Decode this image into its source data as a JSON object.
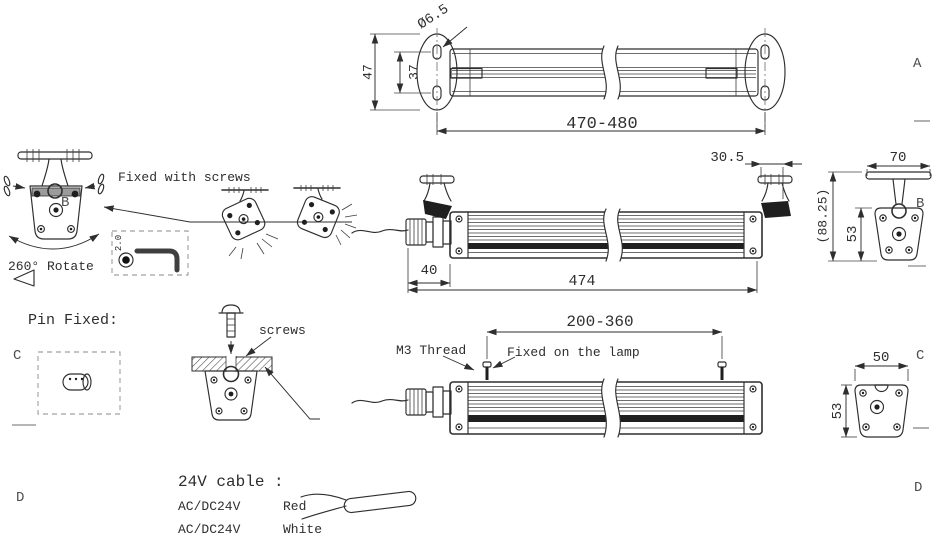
{
  "colors": {
    "ink": "#2e2e2e",
    "background": "#ffffff"
  },
  "zone_labels": {
    "a": "A",
    "b": "B",
    "c": "C",
    "d": "D"
  },
  "top_view": {
    "hole_diameter": "Ø6.5",
    "flange_height": "47",
    "hole_spacing": "37",
    "length_range": "470-480"
  },
  "side_view": {
    "bracket_offset": "30.5",
    "gland_length": "40",
    "body_length": "474"
  },
  "bracket_end_view": {
    "width": "70",
    "overall_height": "(88.25)",
    "body_height": "53"
  },
  "pin_end_view": {
    "width": "50",
    "body_height": "53"
  },
  "bottom_view": {
    "span_range": "200-360",
    "thread_note": "M3 Thread",
    "fixed_note": "Fixed on the lamp"
  },
  "rotation_detail": {
    "screw_note": "Fixed with screws",
    "rotate_note": "260° Rotate",
    "hex_key_size": "2.0"
  },
  "pin_fixed_detail": {
    "title": "Pin Fixed:",
    "screw_note": "screws"
  },
  "cable_detail": {
    "title": "24V cable :",
    "rows": [
      {
        "spec": "AC/DC24V",
        "wire": "Red"
      },
      {
        "spec": "AC/DC24V",
        "wire": "White"
      }
    ]
  }
}
